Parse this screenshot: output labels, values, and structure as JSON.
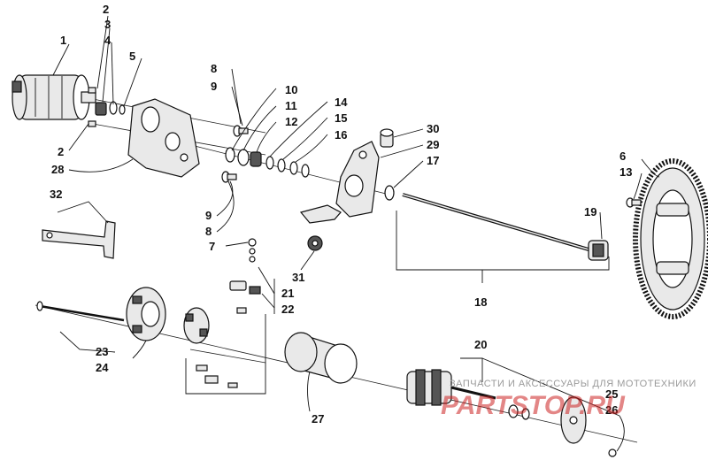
{
  "callouts": {
    "c1": "1",
    "c2a": "2",
    "c2b": "2",
    "c3": "3",
    "c4": "4",
    "c5": "5",
    "c6": "6",
    "c7": "7",
    "c8a": "8",
    "c8b": "8",
    "c9a": "9",
    "c9b": "9",
    "c10": "10",
    "c11": "11",
    "c12": "12",
    "c13": "13",
    "c14": "14",
    "c15": "15",
    "c16": "16",
    "c17": "17",
    "c18": "18",
    "c19": "19",
    "c20": "20",
    "c21": "21",
    "c22": "22",
    "c23": "23",
    "c24": "24",
    "c25": "25",
    "c26": "26",
    "c27": "27",
    "c28": "28",
    "c29": "29",
    "c30": "30",
    "c31": "31",
    "c32": "32"
  },
  "watermark": {
    "tagline": "ЗАПЧАСТИ И АКСЕССУАРЫ ДЛЯ МОТОТЕХНИКИ",
    "logo": "PARTSTOP.RU"
  },
  "colors": {
    "line": "#111111",
    "watermark_red": "#cc2222",
    "watermark_gray": "#9a9a9a"
  }
}
